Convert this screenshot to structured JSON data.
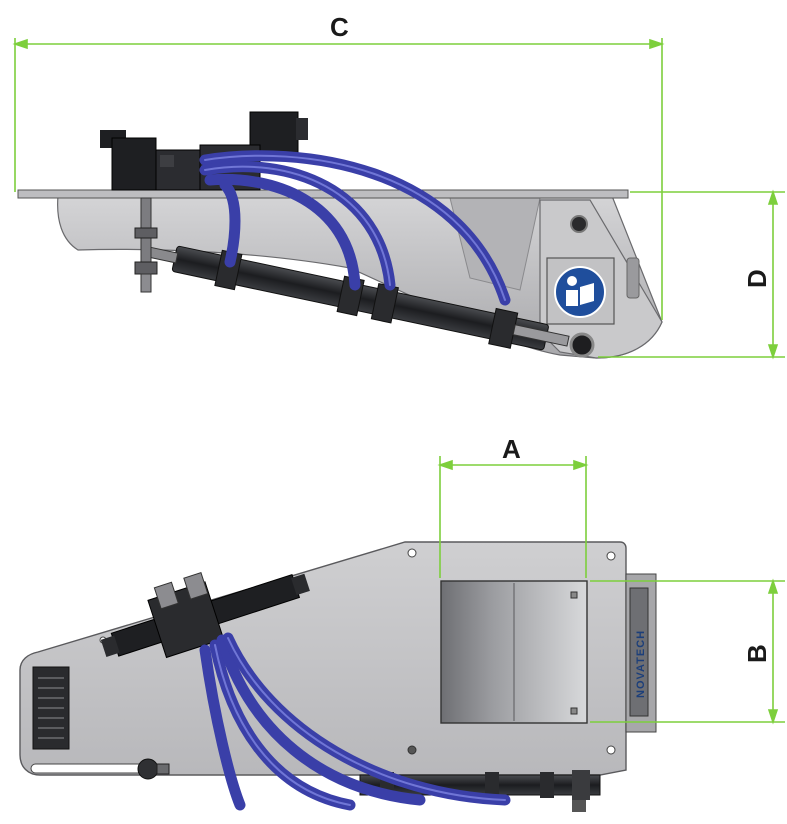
{
  "dimensions": {
    "c": "C",
    "d": "D",
    "a": "A",
    "b": "B"
  },
  "branding": {
    "side_text": "NOVATECH"
  },
  "colors": {
    "dimension_line": "#7dcf3c",
    "hose": "#3a3fa8",
    "hose_highlight": "#7076d6",
    "housing": "#c5c5c7",
    "housing_dark": "#8d8d90",
    "cylinder": "#2b2d30",
    "valve": "#1e1f22",
    "badge": "#1f4e9c"
  },
  "icons": {
    "manual": "read-manual-icon"
  }
}
